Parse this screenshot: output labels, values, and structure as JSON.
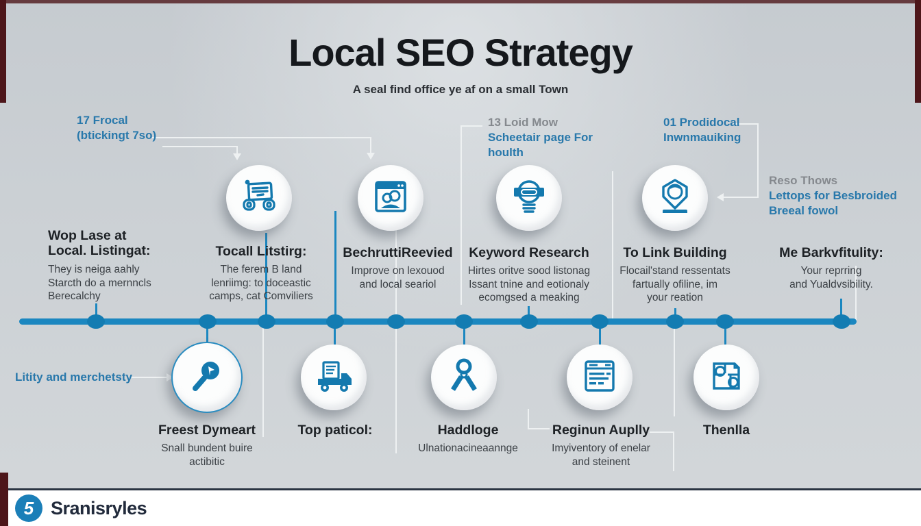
{
  "title": "Local SEO Strategy",
  "subtitle": "A seal find office ye af on a small Town",
  "colors": {
    "accent_blue": "#1479ae",
    "timeline_blue": "#1b87c0",
    "callout_blue": "#2878ab",
    "callout_gray": "#85898e"
  },
  "callouts": {
    "top_left": [
      "17 Frocal",
      "(btickingt 7so)"
    ],
    "top_mid_heading": "13 Loid Mow",
    "top_mid": [
      "Scheetair page For",
      "houlth"
    ],
    "top_right_heading": "01 Prodidocal",
    "top_right": [
      "Inwnmauiking"
    ],
    "right_heading": "Reso Thows",
    "right": [
      "Lettops for Besbroided",
      "Breeal fowol"
    ],
    "left": "Litity and merchetsty"
  },
  "top_row": [
    {
      "title": [
        "Wop Lase at",
        "Local. Listingat:"
      ],
      "desc": [
        "They is neiga aahly",
        "Starcth do a mernncls",
        "Berecalchy"
      ]
    },
    {
      "icon": "monitor-hands",
      "title": [
        "Tocall Litstirg:"
      ],
      "desc": [
        "The ferem B land",
        "lenriimg: to doceastic",
        "camps, cat Comviliers"
      ]
    },
    {
      "icon": "browser-people",
      "title": [
        "BechruttiReevied"
      ],
      "desc": [
        "Improve on lexouod",
        "and local seariol"
      ]
    },
    {
      "icon": "bulb-money",
      "title": [
        "Keyword Research"
      ],
      "desc": [
        "Hirtes oritve sood listonag",
        "Issant tnine and eotionaly",
        "ecomgsed a meaking"
      ]
    },
    {
      "icon": "person-pin",
      "title": [
        "To Link Building"
      ],
      "desc": [
        "Flocail'stand ressentats",
        "fartually ofiline, im",
        "your reation"
      ]
    },
    {
      "title": [
        "Me Barkvfitulity:"
      ],
      "desc": [
        "Your reprring",
        "and Yualdvsibility."
      ]
    }
  ],
  "bottom_row": [
    {
      "icon": "magnifier",
      "title": "Freest Dymeart",
      "desc": [
        "Snall bundent buire",
        "actibitic"
      ]
    },
    {
      "icon": "truck",
      "title": "Top paticol:",
      "desc": []
    },
    {
      "icon": "pliers",
      "title": "Haddloge",
      "desc": [
        "Ulnationacineaannge"
      ]
    },
    {
      "icon": "form",
      "title": "Reginun Auplly",
      "desc": [
        "Imyiventory of enelar",
        "and steinent"
      ]
    },
    {
      "icon": "map",
      "title": "Thenlla",
      "desc": []
    }
  ],
  "footer": {
    "brand": "Sranisryles",
    "logo_glyph": "5"
  }
}
